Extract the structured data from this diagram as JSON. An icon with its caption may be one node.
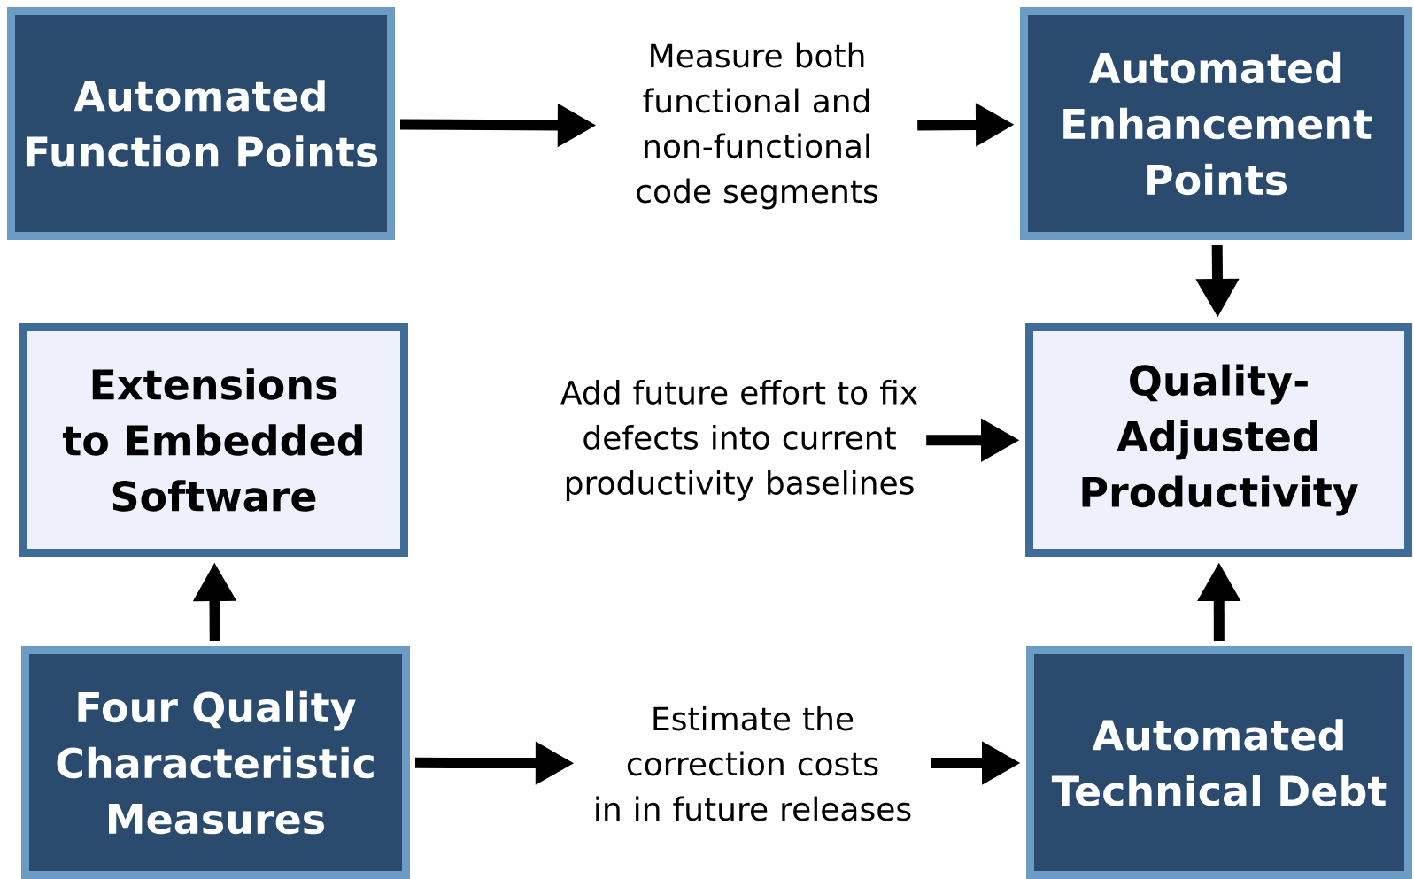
{
  "diagram": {
    "nodes": [
      {
        "text": [
          "Automated Function Points"
        ]
      },
      {
        "text": [
          "Measure both functional and non-functional code segments"
        ]
      },
      {
        "text": [
          "Automated Enhancement Points"
        ]
      },
      {
        "text": [
          "Extensions to Embedded Software"
        ]
      },
      {
        "text": [
          "Add future effort to fix defects into current productivity baselines"
        ]
      },
      {
        "text": [
          "Quality-Adjusted Productivity"
        ]
      },
      {
        "text": [
          "Four Quality Characteristic Measures"
        ]
      },
      {
        "text": [
          "Estimate the correction costs in in future releases"
        ]
      },
      {
        "text": [
          "Automated Technical Debt"
        ]
      }
    ],
    "edges": [
      {
        "from": 0,
        "to": 1,
        "arrow": "to"
      },
      {
        "from": 1,
        "to": 2,
        "arrow": "to"
      },
      {
        "from": 2,
        "to": 5,
        "arrow": "to"
      },
      {
        "from": 4,
        "to": 5,
        "arrow": "to"
      },
      {
        "from": 6,
        "to": 3,
        "arrow": "to"
      },
      {
        "from": 6,
        "to": 7,
        "arrow": "to"
      },
      {
        "from": 7,
        "to": 8,
        "arrow": "to"
      },
      {
        "from": 8,
        "to": 5,
        "arrow": "to"
      }
    ]
  }
}
